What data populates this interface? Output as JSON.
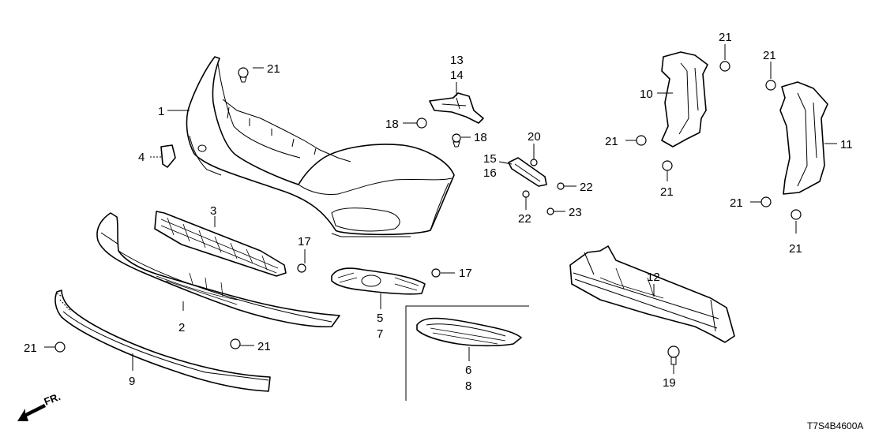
{
  "diagram": {
    "code": "T7S4B4600A",
    "direction_label": "FR.",
    "callouts": {
      "c1": "1",
      "c2": "2",
      "c3": "3",
      "c4": "4",
      "c5": "5",
      "c6": "6",
      "c7": "7",
      "c8": "8",
      "c9": "9",
      "c10": "10",
      "c11": "11",
      "c12": "12",
      "c13": "13",
      "c14": "14",
      "c15": "15",
      "c16": "16",
      "c17a": "17",
      "c17b": "17",
      "c18a": "18",
      "c18b": "18",
      "c19": "19",
      "c20": "20",
      "c21a": "21",
      "c21b": "21",
      "c21c": "21",
      "c21d": "21",
      "c21e": "21",
      "c21f": "21",
      "c21g": "21",
      "c21h": "21",
      "c21i": "21",
      "c22a": "22",
      "c22b": "22",
      "c23": "23"
    }
  }
}
